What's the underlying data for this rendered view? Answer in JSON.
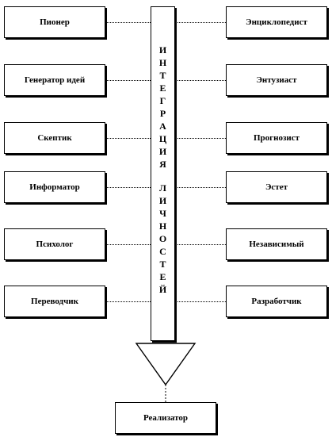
{
  "left_roles": [
    "Пионер",
    "Генератор идей",
    "Скептик",
    "Информатор",
    "Психолог",
    "Переводчик"
  ],
  "right_roles": [
    "Энциклопедист",
    "Энтузиаст",
    "Прогнозист",
    "Эстет",
    "Независимый",
    "Разработчик"
  ],
  "integration_label": {
    "line1": "ИНТЕГРАЦИЯ",
    "line2": "ЛИЧНОСТЕЙ"
  },
  "result_role": "Реализатор"
}
